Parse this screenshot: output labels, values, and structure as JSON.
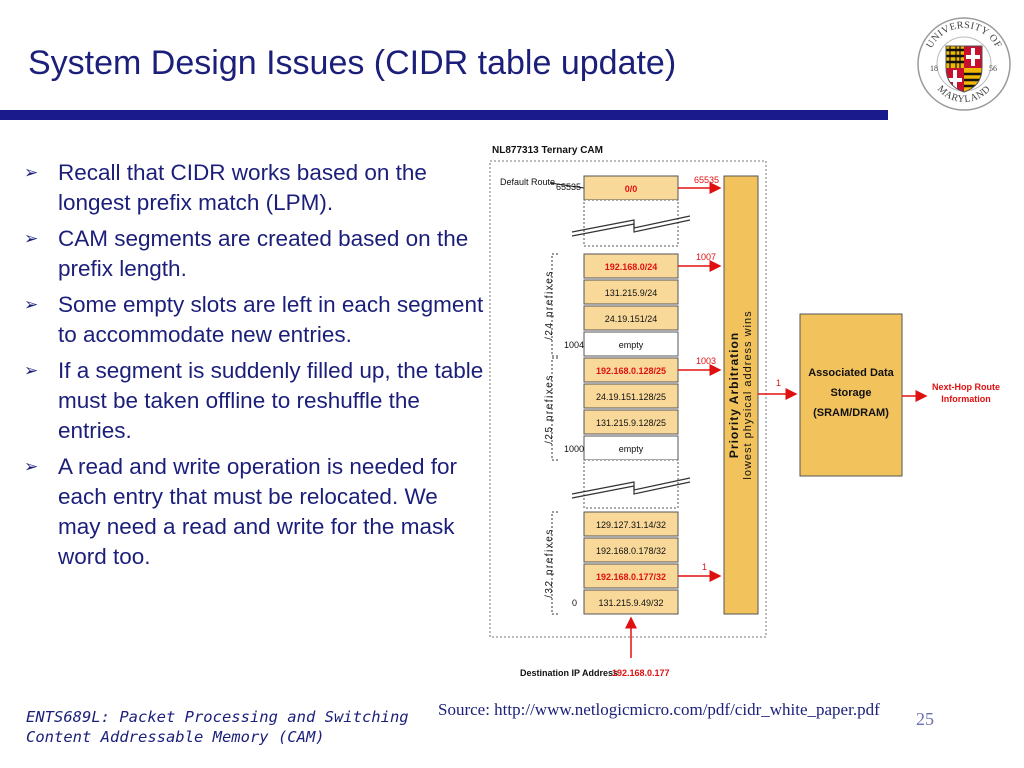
{
  "slide": {
    "title": "System Design Issues (CIDR table update)",
    "bullets": [
      "Recall that CIDR works based on the longest prefix match (LPM).",
      "CAM segments are created based on the prefix length.",
      "Some empty slots are left in each segment to accommodate new entries.",
      "If a segment is suddenly filled up, the table must be taken offline to reshuffle the entries.",
      "A read and write operation is needed for each entry that must be relocated. We may need a read and write for the mask word too."
    ],
    "source": "Source: http://www.netlogicmicro.com/pdf/cidr_white_paper.pdf",
    "page_number": "25",
    "footer_line1": "ENTS689L: Packet Processing and Switching",
    "footer_line2": "Content Addressable Memory (CAM)"
  },
  "logo": {
    "text_top": "UNIVERSITY OF",
    "text_bottom": "MARYLAND",
    "year_left": "18",
    "year_right": "56"
  },
  "diagram": {
    "cam_title": "NL877313 Ternary CAM",
    "default_route_label": "Default Route",
    "default_route_index": "65535",
    "rows": {
      "default": "0/0",
      "r24_1": "192.168.0/24",
      "r24_2": "131.215.9/24",
      "r24_3": "24.19.151/24",
      "r24_empty": "empty",
      "r25_1": "192.168.0.128/25",
      "r25_2": "24.19.151.128/25",
      "r25_3": "131.215.9.128/25",
      "r25_empty": "empty",
      "r32_1": "129.127.31.14/32",
      "r32_2": "192.168.0.178/32",
      "r32_3": "192.168.0.177/32",
      "r32_4": "131.215.9.49/32"
    },
    "index_labels": {
      "i1004": "1004",
      "i1000": "1000",
      "i0": "0"
    },
    "match_labels": {
      "m65535": "65535",
      "m1007": "1007",
      "m1003": "1003",
      "m1": "1",
      "out1": "1"
    },
    "segment_labels": {
      "s24": "/24 prefixes",
      "s25": "/25 prefixes",
      "s32": "/32 prefixes"
    },
    "arbitration_line1": "Priority Arbitration",
    "arbitration_line2": "lowest physical address wins",
    "storage_line1": "Associated Data",
    "storage_line2": "Storage",
    "storage_line3": "(SRAM/DRAM)",
    "next_hop_line1": "Next-Hop Route",
    "next_hop_line2": "Information",
    "dest_label": "Destination IP Address",
    "dest_value": "192.168.0.177"
  },
  "colors": {
    "title": "#1b1f7a",
    "rule": "#1a1a8c",
    "cell_fill": "#f9d99a",
    "box_fill": "#f2c35d",
    "highlight_red": "#e01010",
    "logo_red": "#c8102e",
    "logo_gold": "#f2b800"
  }
}
